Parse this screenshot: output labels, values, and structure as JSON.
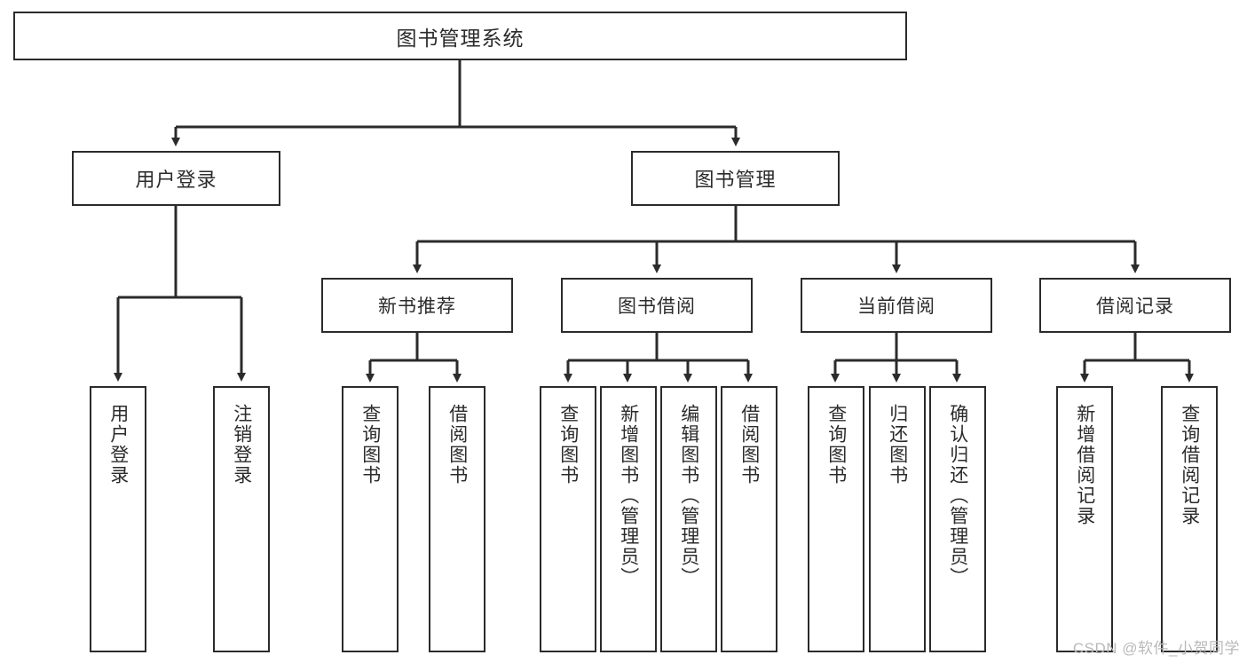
{
  "diagram": {
    "type": "tree",
    "title": "图书管理系统",
    "orientation": "top-down",
    "colors": {
      "box_border": "#2b2b2b",
      "box_fill": "#ffffff",
      "connector": "#2b2b2b",
      "background": "#ffffff",
      "watermark": "#b9b9b9"
    },
    "root": {
      "label": "图书管理系统"
    },
    "level2": [
      {
        "id": "user-login",
        "label": "用户登录"
      },
      {
        "id": "book-management",
        "label": "图书管理"
      }
    ],
    "level3": [
      {
        "id": "new-book-recommend",
        "label": "新书推荐",
        "parent": "book-management"
      },
      {
        "id": "book-borrow",
        "label": "图书借阅",
        "parent": "book-management"
      },
      {
        "id": "current-borrow",
        "label": "当前借阅",
        "parent": "book-management"
      },
      {
        "id": "borrow-record",
        "label": "借阅记录",
        "parent": "book-management"
      }
    ],
    "leaves": {
      "user_login": [
        {
          "id": "leaf-user-login",
          "label": "用户登录"
        },
        {
          "id": "leaf-user-logout",
          "label": "注销登录"
        }
      ],
      "new_book_recommend": [
        {
          "id": "leaf-query-book-1",
          "label": "查询图书"
        },
        {
          "id": "leaf-borrow-book-1",
          "label": "借阅图书"
        }
      ],
      "book_borrow": [
        {
          "id": "leaf-query-book-2",
          "label": "查询图书"
        },
        {
          "id": "leaf-add-book",
          "label": "新增图书（管理员）"
        },
        {
          "id": "leaf-edit-book",
          "label": "编辑图书（管理员）"
        },
        {
          "id": "leaf-borrow-book-2",
          "label": "借阅图书"
        }
      ],
      "current_borrow": [
        {
          "id": "leaf-query-book-3",
          "label": "查询图书"
        },
        {
          "id": "leaf-return-book",
          "label": "归还图书"
        },
        {
          "id": "leaf-confirm-return",
          "label": "确认归还（管理员）"
        }
      ],
      "borrow_record": [
        {
          "id": "leaf-add-record",
          "label": "新增借阅记录"
        },
        {
          "id": "leaf-query-record",
          "label": "查询借阅记录"
        }
      ]
    }
  },
  "watermark": {
    "text": "CSDN @软件_小贺同学"
  }
}
